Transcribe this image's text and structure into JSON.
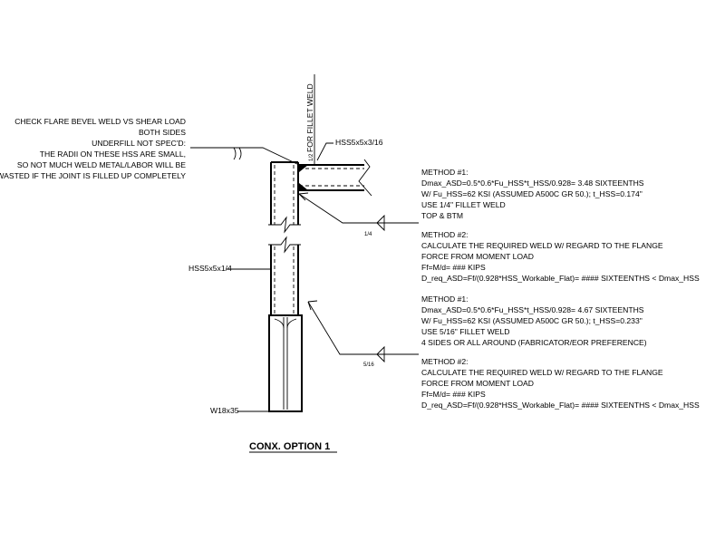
{
  "drawing": {
    "title": "CONX. OPTION 1",
    "vertical_note": "FOR FILLET WELD",
    "vertical_frac": "1/2",
    "left_note_lines": [
      "CHECK FLARE BEVEL WELD VS SHEAR LOAD",
      "BOTH SIDES",
      "UNDERFILL NOT SPEC'D:",
      "THE RADII ON THESE HSS ARE SMALL,",
      "SO NOT MUCH WELD METAL/LABOR WILL BE",
      "WASTED IF THE JOINT IS FILLED UP COMPLETELY"
    ],
    "labels": {
      "top_member": "HSS5x5x3/16",
      "mid_member": "HSS5x5x1/4",
      "beam": "W18x35",
      "weld_top": "1/4",
      "weld_bottom": "5/16"
    },
    "top_method": [
      "METHOD #1:",
      "Dmax_ASD=0.5*0.6*Fu_HSS*t_HSS/0.928= 3.48 SIXTEENTHS",
      "W/ Fu_HSS=62 KSI (ASSUMED A500C GR 50.); t_HSS=0.174\"",
      "USE 1/4\" FILLET WELD",
      "TOP & BTM",
      "",
      "METHOD #2:",
      "CALCULATE THE REQUIRED WELD W/ REGARD TO THE FLANGE",
      "FORCE FROM MOMENT LOAD",
      "Ff=M/d= ### KIPS",
      "D_req_ASD=Ff/(0.928*HSS_Workable_Flat)=   #### SIXTEENTHS < Dmax_HSS"
    ],
    "bottom_method": [
      "METHOD #1:",
      "Dmax_ASD=0.5*0.6*Fu_HSS*t_HSS/0.928= 4.67 SIXTEENTHS",
      "W/ Fu_HSS=62 KSI (ASSUMED A500C GR 50.); t_HSS=0.233\"",
      "USE 5/16\" FILLET WELD",
      "4 SIDES OR ALL AROUND (FABRICATOR/EOR PREFERENCE)",
      "",
      "METHOD #2:",
      "CALCULATE THE REQUIRED WELD W/ REGARD TO THE FLANGE",
      "FORCE FROM MOMENT LOAD",
      "Ff=M/d= ### KIPS",
      "D_req_ASD=Ff/(0.928*HSS_Workable_Flat)=   #### SIXTEENTHS < Dmax_HSS"
    ]
  }
}
